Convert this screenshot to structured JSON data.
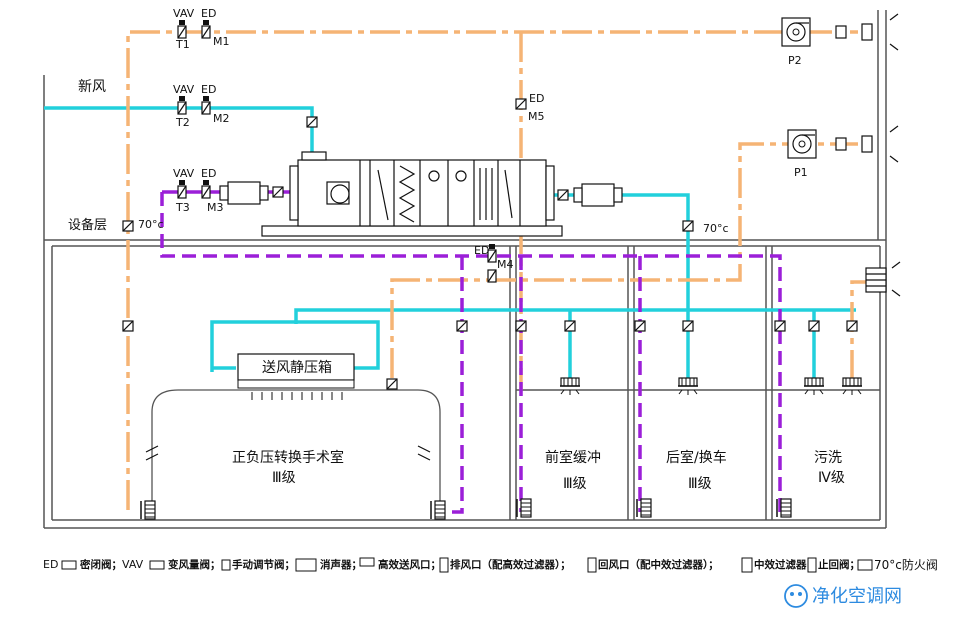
{
  "labels": {
    "fresh_air": "新风",
    "equipment_floor": "设备层",
    "plenum": "送风静压箱",
    "or_room_line1": "正负压转换手术室",
    "or_room_line2": "Ⅲ级",
    "anteroom_line1": "前室缓冲",
    "anteroom_line2": "Ⅲ级",
    "backroom_line1": "后室/换车",
    "backroom_line2": "Ⅲ级",
    "wash_line1": "污洗",
    "wash_line2": "Ⅳ级",
    "fan_p1": "P1",
    "fan_p2": "P2",
    "temp_70": "70°c"
  },
  "valves": {
    "vav": "VAV",
    "ed": "ED",
    "t1": "T1",
    "t2": "T2",
    "t3": "T3",
    "m1": "M1",
    "m2": "M2",
    "m3": "M3",
    "m4": "M4",
    "m5": "M5"
  },
  "legend": {
    "ed": "ED",
    "ed_desc": "密闭阀；",
    "vav": "VAV",
    "vav_desc": "变风量阀；",
    "manual": "手动调节阀；",
    "silencer": "消声器；",
    "hepa_outlet": "高效送风口；",
    "exhaust_outlet": "排风口（配高效过滤器）；",
    "return_outlet": "回风口（配中效过滤器）；",
    "mid_filter": "中效过滤器；",
    "check_valve": "止回阀；",
    "fire_damper": "70°c防火阀"
  },
  "watermark": {
    "text": "净化空调网"
  },
  "colors": {
    "exhaust": "#f5b475",
    "fresh": "#22d0dc",
    "return": "#9b1fd8",
    "wall": "#555555"
  }
}
